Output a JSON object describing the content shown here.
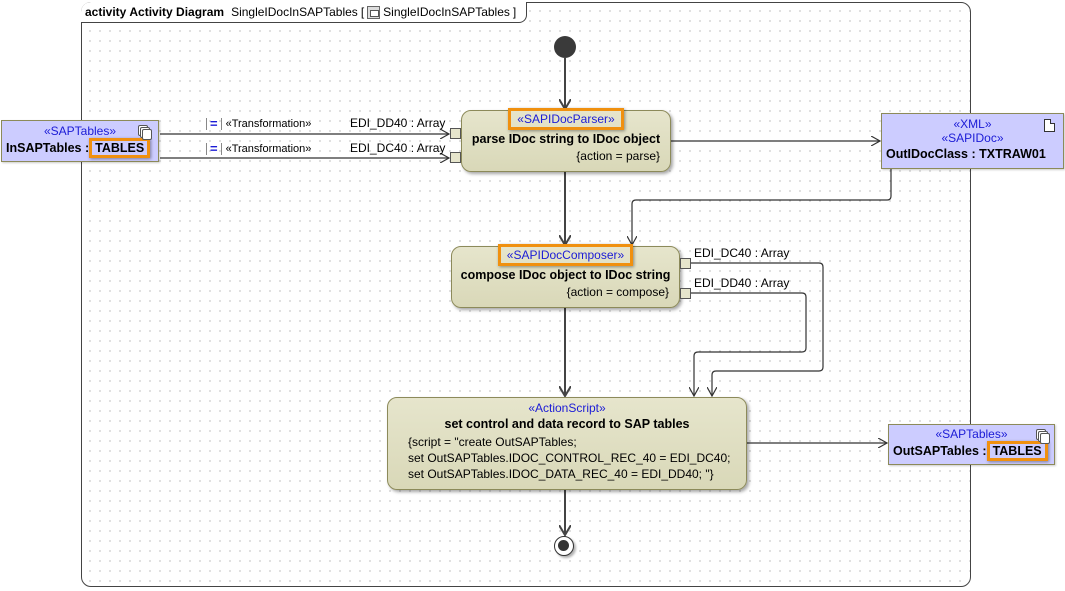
{
  "diagram": {
    "kind_label": "activity",
    "type_label": "Activity Diagram",
    "name": "SingleIDocInSAPTables",
    "owner_open": "[",
    "owner_icon": "activity-diagram-icon",
    "owner_name": "SingleIDocInSAPTables",
    "owner_close": "]"
  },
  "nodes": {
    "in_tables": {
      "stereotype": "«SAPTables»",
      "name": "InSAPTables",
      "separator": ":",
      "type": "TABLES",
      "icon": "tables-icon"
    },
    "out_xml": {
      "stereotypes": [
        "«XML»",
        "«SAPIDoc»"
      ],
      "name": "OutIDocClass",
      "separator": ":",
      "type": "TXTRAW01",
      "icon": "document-icon"
    },
    "out_tables": {
      "stereotype": "«SAPTables»",
      "name": "OutSAPTables",
      "separator": ":",
      "type": "TABLES",
      "icon": "tables-icon"
    },
    "parser": {
      "stereotype": "«SAPIDocParser»",
      "title": "parse IDoc string to IDoc object",
      "tag": "{action = parse}"
    },
    "composer": {
      "stereotype": "«SAPIDocComposer»",
      "title": "compose IDoc object to IDoc string",
      "tag": "{action = compose}"
    },
    "script": {
      "stereotype": "«ActionScript»",
      "title": "set control and data record to SAP tables",
      "lines": [
        "{script = \"create OutSAPTables;",
        "set OutSAPTables.IDOC_CONTROL_REC_40 = EDI_DC40;",
        "set OutSAPTables.IDOC_DATA_REC_40 = EDI_DD40; \"}"
      ]
    }
  },
  "flows": {
    "transformation_1": {
      "stereotype": "«Transformation»",
      "pin_label": "EDI_DD40 : Array"
    },
    "transformation_2": {
      "stereotype": "«Transformation»",
      "pin_label": "EDI_DC40 : Array"
    },
    "composer_out_1": {
      "pin_label": "EDI_DC40 : Array"
    },
    "composer_out_2": {
      "pin_label": "EDI_DD40 : Array"
    }
  },
  "colors": {
    "action_fill": "#e0dfc2",
    "object_fill": "#ccccff",
    "stereotype_text": "#1b1bd6",
    "highlight": "#f0900f"
  }
}
